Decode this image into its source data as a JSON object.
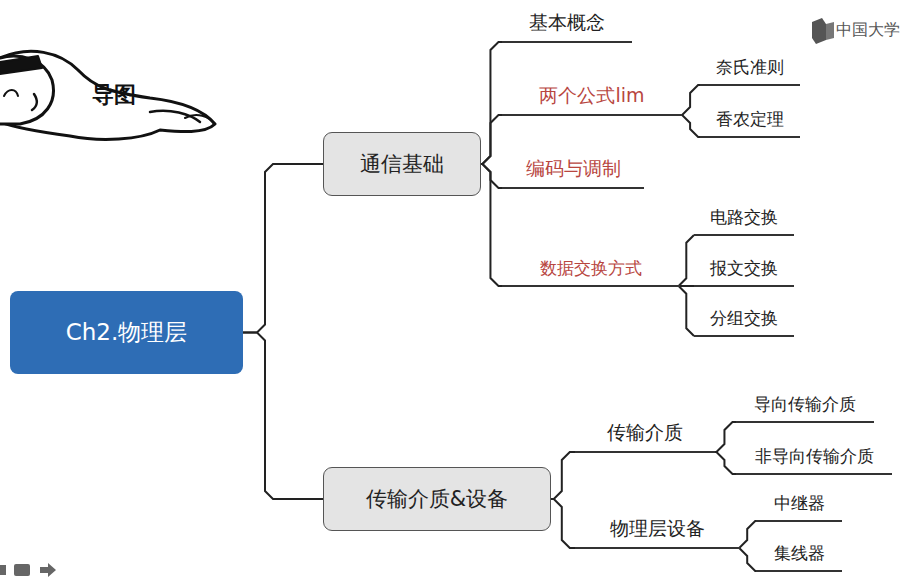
{
  "diagram": {
    "nodes": [
      {
        "text": [
          "Ch2.物理层"
        ]
      },
      {
        "text": [
          "通信基础"
        ]
      },
      {
        "text": [
          "基本概念"
        ]
      },
      {
        "text": [
          "两个公式lim"
        ]
      },
      {
        "text": [
          "奈氏准则"
        ]
      },
      {
        "text": [
          "香农定理"
        ]
      },
      {
        "text": [
          "编码与调制"
        ]
      },
      {
        "text": [
          "数据交换方式"
        ]
      },
      {
        "text": [
          "电路交换"
        ]
      },
      {
        "text": [
          "报文交换"
        ]
      },
      {
        "text": [
          "分组交换"
        ]
      },
      {
        "text": [
          "传输介质&设备"
        ]
      },
      {
        "text": [
          "传输介质"
        ]
      },
      {
        "text": [
          "导向传输介质"
        ]
      },
      {
        "text": [
          "非导向传输介质"
        ]
      },
      {
        "text": [
          "物理层设备"
        ]
      },
      {
        "text": [
          "中继器"
        ]
      },
      {
        "text": [
          "集线器"
        ]
      }
    ],
    "edges": [
      {
        "from": 0,
        "to": 1,
        "arrow": "none"
      },
      {
        "from": 0,
        "to": 11,
        "arrow": "none"
      },
      {
        "from": 1,
        "to": 2,
        "arrow": "none"
      },
      {
        "from": 1,
        "to": 3,
        "arrow": "none"
      },
      {
        "from": 1,
        "to": 6,
        "arrow": "none"
      },
      {
        "from": 1,
        "to": 7,
        "arrow": "none"
      },
      {
        "from": 3,
        "to": 4,
        "arrow": "none"
      },
      {
        "from": 3,
        "to": 5,
        "arrow": "none"
      },
      {
        "from": 7,
        "to": 8,
        "arrow": "none"
      },
      {
        "from": 7,
        "to": 9,
        "arrow": "none"
      },
      {
        "from": 7,
        "to": 10,
        "arrow": "none"
      },
      {
        "from": 11,
        "to": 12,
        "arrow": "none"
      },
      {
        "from": 11,
        "to": 15,
        "arrow": "none"
      },
      {
        "from": 12,
        "to": 13,
        "arrow": "none"
      },
      {
        "from": 12,
        "to": 14,
        "arrow": "none"
      },
      {
        "from": 15,
        "to": 16,
        "arrow": "none"
      },
      {
        "from": 15,
        "to": 17,
        "arrow": "none"
      }
    ],
    "labels": [
      "导图",
      "中国大学"
    ]
  }
}
